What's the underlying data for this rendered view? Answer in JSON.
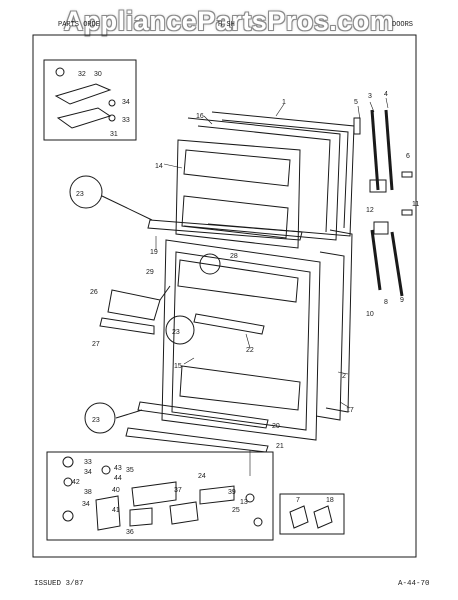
{
  "watermark": "AppliancePartsPros.com",
  "header": {
    "left": "PARTS ORDE",
    "middle": "H SH",
    "right": "DOORS"
  },
  "footer": {
    "issued": "ISSUED 3/87",
    "code": "A-44-70"
  },
  "callouts": [
    "1",
    "2",
    "3",
    "4",
    "5",
    "6",
    "7",
    "8",
    "9",
    "10",
    "11",
    "12",
    "13",
    "14",
    "15",
    "16",
    "17",
    "18",
    "19",
    "20",
    "21",
    "22",
    "23",
    "24",
    "25",
    "26",
    "27",
    "28",
    "29",
    "30",
    "31",
    "32",
    "33",
    "34",
    "35",
    "36",
    "37",
    "38",
    "39",
    "40",
    "41",
    "42",
    "43",
    "44"
  ]
}
